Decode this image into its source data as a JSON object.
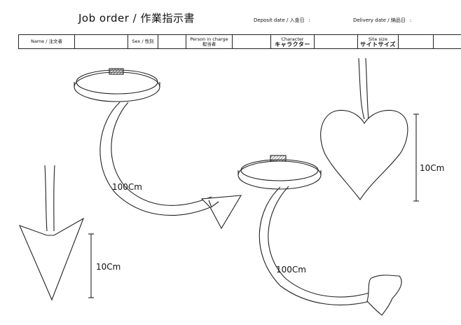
{
  "header": {
    "title": "Job order  /  作業指示書",
    "deposit_label": "Deposit date / 入金日",
    "deposit_colon": ":",
    "delivery_label": "Delivery date / 納品日",
    "delivery_colon": ":"
  },
  "form": {
    "name_label": "Name / 注文者",
    "name_value": "",
    "sex_label": "Sex / 性別",
    "sex_value": "",
    "person_label_en": "Person in charge",
    "person_label_jp": "担当者",
    "person_value": "",
    "character_label": "Character",
    "character_sub": "キャラクター",
    "character_value": "",
    "size_label": "Site size",
    "size_sub": "サイトサイズ",
    "size_value": ""
  },
  "annotations": {
    "tail_length_1": "100Cm",
    "tail_length_2": "100Cm",
    "arrow_tip_height": "10Cm",
    "heart_tip_height": "10Cm"
  }
}
